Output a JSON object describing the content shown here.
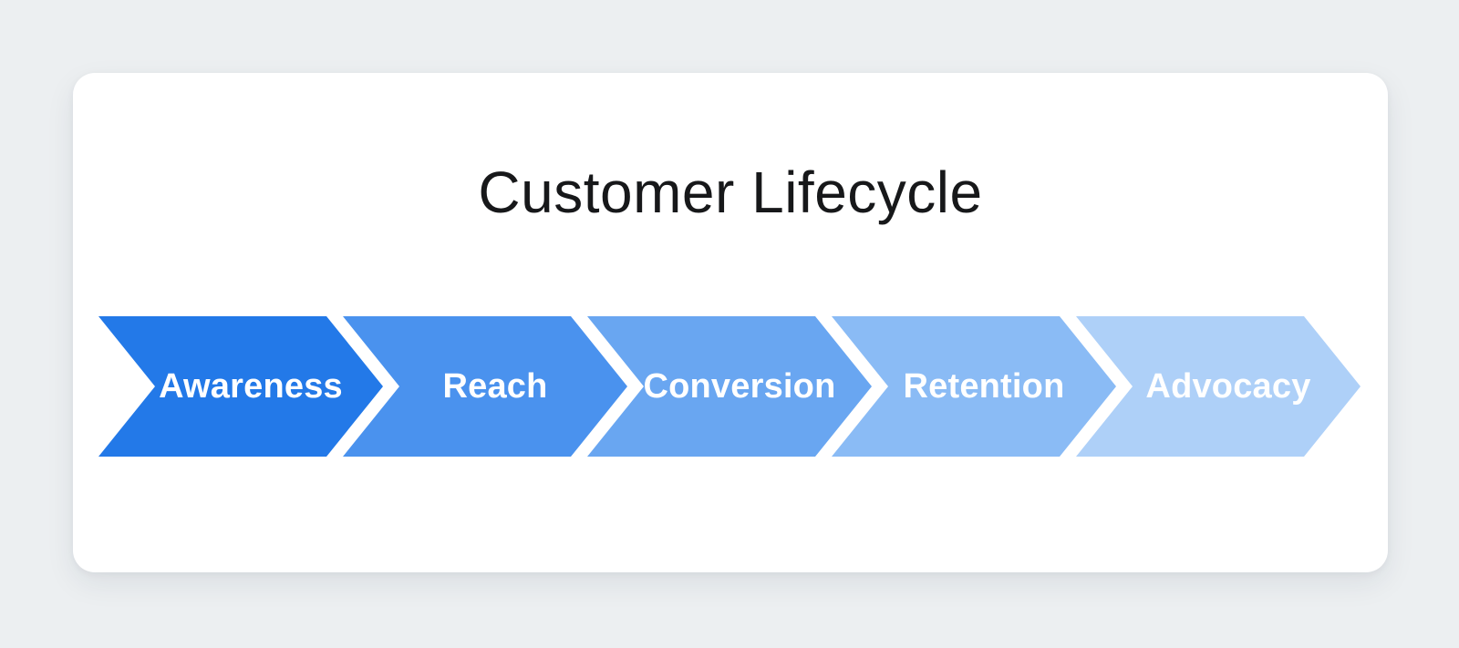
{
  "page": {
    "background_color": "#eceff1",
    "card_background_color": "#ffffff"
  },
  "title": {
    "text": "Customer Lifecycle",
    "color": "#17181a"
  },
  "stages": [
    {
      "label": "Awareness",
      "color": "#2379e8"
    },
    {
      "label": "Reach",
      "color": "#4a92ee"
    },
    {
      "label": "Conversion",
      "color": "#69a6f1"
    },
    {
      "label": "Retention",
      "color": "#8abbf5"
    },
    {
      "label": "Advocacy",
      "color": "#aed0f8"
    }
  ],
  "label_text_color": "#ffffff"
}
